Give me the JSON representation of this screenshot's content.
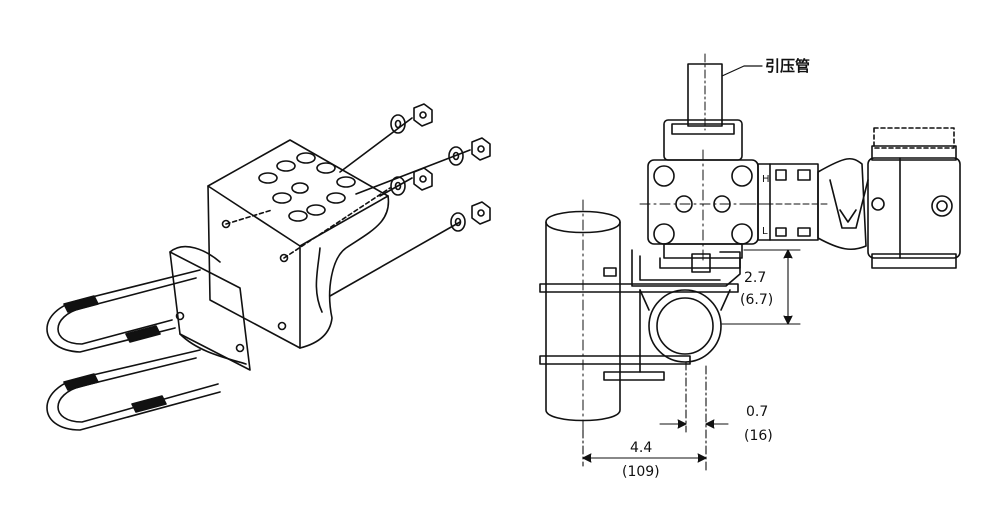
{
  "labels": {
    "impulse_pipe": "引压管",
    "dim_vertical": "2.7",
    "dim_vertical_mm": "(6.7)",
    "dim_offset": "0.7",
    "dim_offset_mm": "(16)",
    "dim_horizontal": "4.4",
    "dim_horizontal_mm": "(109)"
  }
}
